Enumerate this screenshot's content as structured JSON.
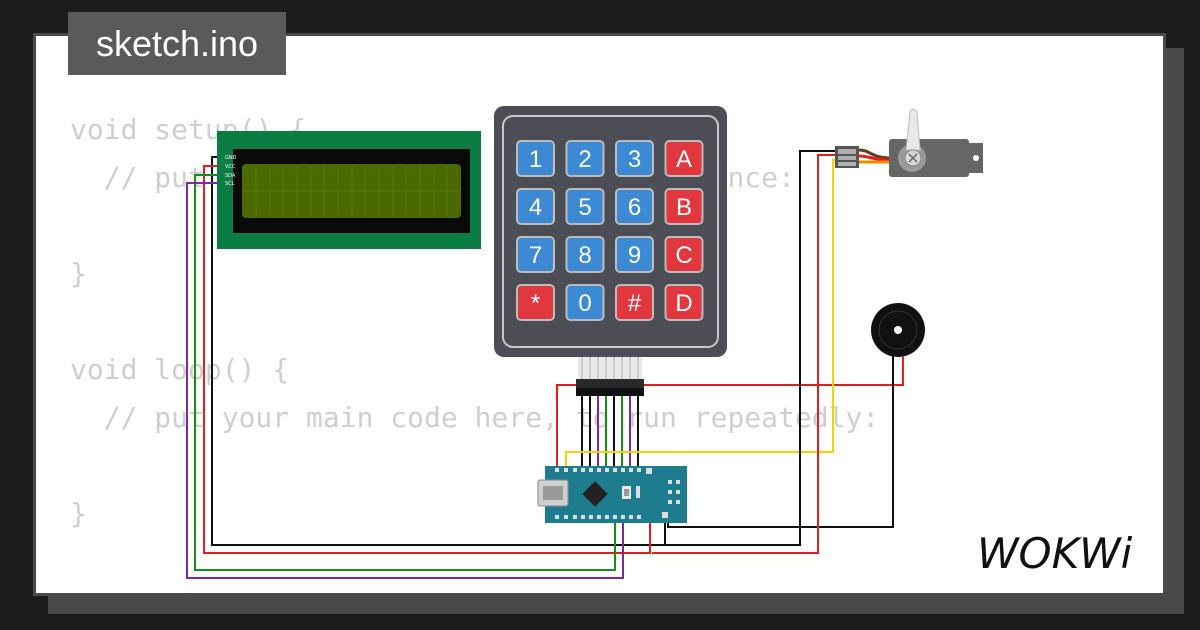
{
  "sketch_tab": {
    "filename": "sketch.ino"
  },
  "code_lines": [
    "void setup() {",
    "  // put your setup code here, to run once:",
    "",
    "}",
    "",
    "void loop() {",
    "  // put your main code here, to run repeatedly:",
    "",
    "}"
  ],
  "keypad": {
    "keys": [
      [
        "1",
        "2",
        "3",
        "A"
      ],
      [
        "4",
        "5",
        "6",
        "B"
      ],
      [
        "7",
        "8",
        "9",
        "C"
      ],
      [
        "*",
        "0",
        "#",
        "D"
      ]
    ]
  },
  "lcd": {
    "pin_labels": [
      "GND",
      "VCC",
      "SDA",
      "SCL"
    ]
  },
  "brand": {
    "logo_text": "WOKWi"
  },
  "colors": {
    "frame_border": "#4a4a4a",
    "keypad_body": "#4d4d55",
    "key_blue": "#3c8ad4",
    "key_red": "#e0383e",
    "lcd_board": "#0b7d44",
    "lcd_screen": "#4a6a00",
    "arduino_board": "#1d7d8f",
    "wire_red": "#e02020",
    "wire_black": "#111111",
    "wire_yellow": "#f2d400",
    "wire_purple": "#7a2a9c",
    "wire_green": "#1a8a1a"
  }
}
